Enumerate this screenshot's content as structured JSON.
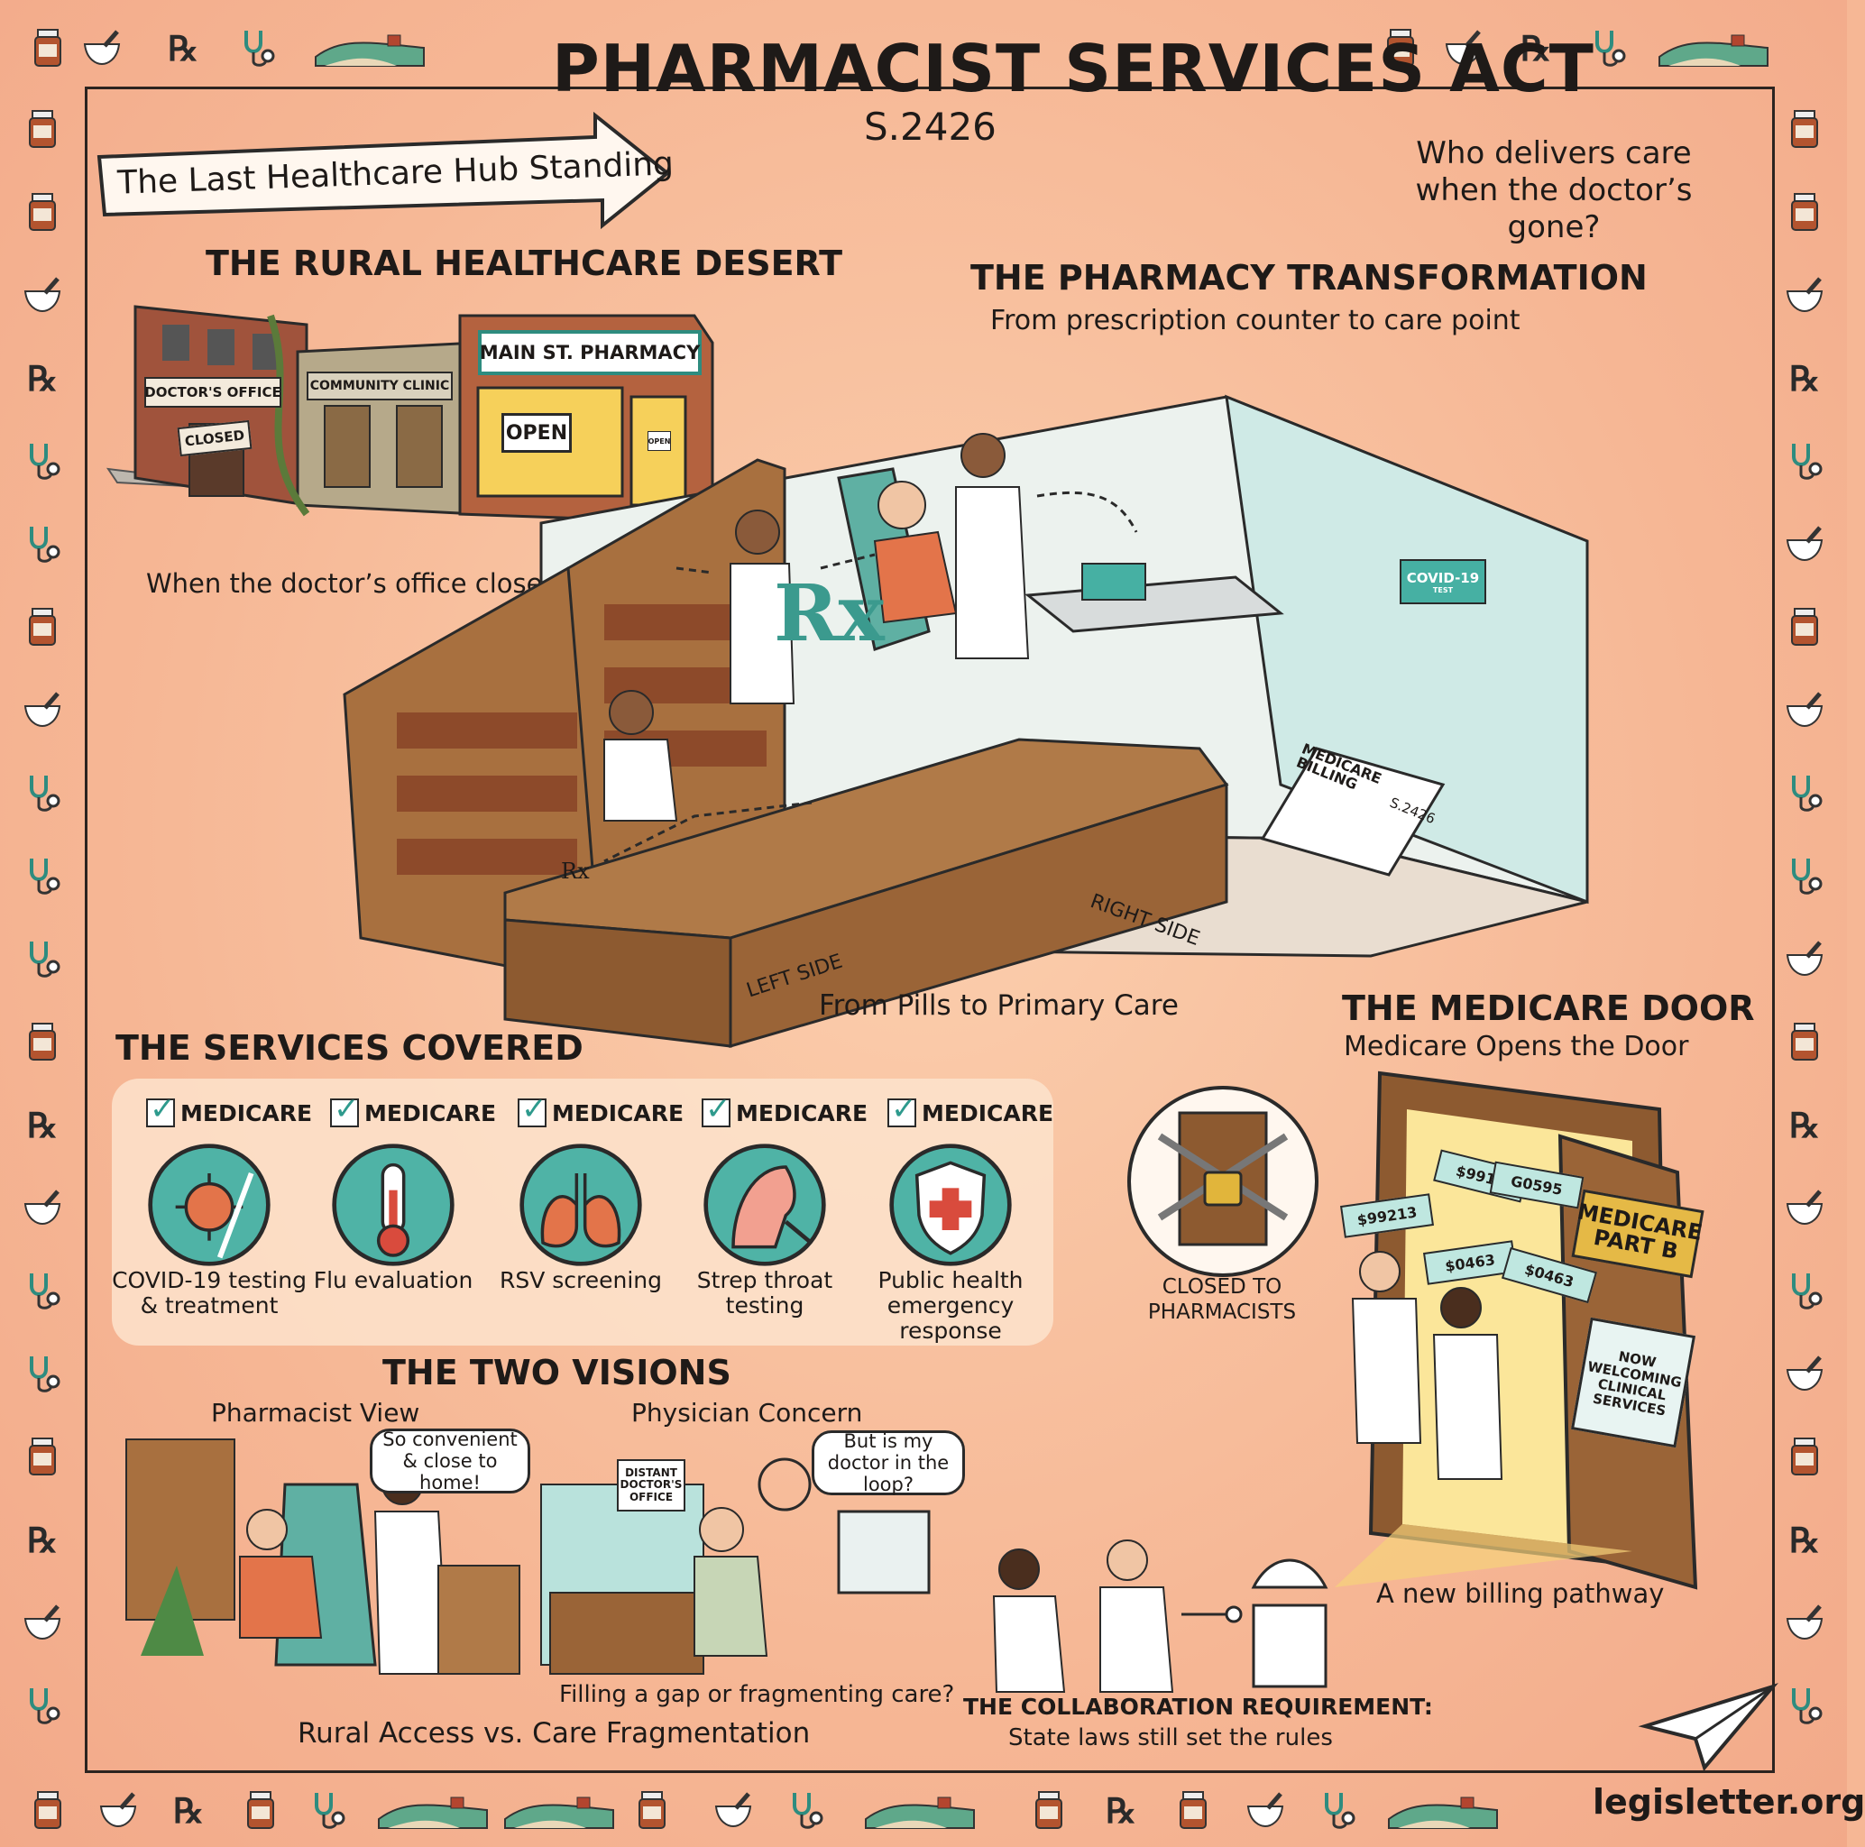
{
  "header": {
    "title": "PHARMACIST SERVICES ACT",
    "bill_number": "S.2426",
    "banner": "The Last Healthcare Hub Standing",
    "question": "Who delivers care when the doctor’s gone?"
  },
  "desert": {
    "heading": "THE RURAL HEALTHCARE DESERT",
    "doctor_sign": "DOCTOR'S OFFICE",
    "closed_sign": "CLOSED",
    "clinic_sign": "COMMUNITY CLINIC",
    "pharmacy_sign": "MAIN ST. PHARMACY",
    "open_sign": "OPEN",
    "door_sign": "OPEN",
    "caption": "When the doctor’s office closes..."
  },
  "transformation": {
    "heading": "THE PHARMACY TRANSFORMATION",
    "subheading": "From prescription counter to care point",
    "rx_symbol": "Rx",
    "bag_symbol": "Rx",
    "test_box": "COVID-19",
    "test_box_small": "TEST",
    "billing_doc": "MEDICARE BILLING",
    "billing_number": "S.2426",
    "left_label": "LEFT SIDE",
    "right_label": "RIGHT SIDE",
    "caption": "From Pills to Primary Care"
  },
  "services": {
    "heading": "THE SERVICES COVERED",
    "items": [
      {
        "badge": "MEDICARE",
        "label": "COVID-19 testing & treatment",
        "icon": "virus-swab-icon"
      },
      {
        "badge": "MEDICARE",
        "label": "Flu evaluation",
        "icon": "thermometer-icon"
      },
      {
        "badge": "MEDICARE",
        "label": "RSV screening",
        "icon": "lungs-icon"
      },
      {
        "badge": "MEDICARE",
        "label": "Strep throat testing",
        "icon": "throat-swab-icon"
      },
      {
        "badge": "MEDICARE",
        "label": "Public health emergency response",
        "icon": "shield-cross-icon"
      }
    ]
  },
  "medicare": {
    "heading": "THE MEDICARE DOOR",
    "subheading": "Medicare Opens the Door",
    "closed_caption": "CLOSED TO PHARMACISTS",
    "door_sign": "MEDICARE PART B",
    "welcome_sign": "NOW WELCOMING CLINICAL SERVICES",
    "codes": [
      "$99213",
      "$9913",
      "G0595",
      "$0463",
      "$0463"
    ],
    "caption": "A new billing pathway"
  },
  "visions": {
    "heading": "THE TWO VISIONS",
    "left_label": "Pharmacist View",
    "left_bubble": "So convenient & close to home!",
    "right_label": "Physician Concern",
    "right_bubble": "But is my doctor in the loop?",
    "distant_sign": "DISTANT DOCTOR'S OFFICE",
    "question_caption": "Filling a gap or fragmenting care?",
    "caption": "Rural Access vs. Care Fragmentation"
  },
  "collaboration": {
    "heading": "THE COLLABORATION REQUIREMENT:",
    "subheading": "State laws still set the rules"
  },
  "footer": {
    "site": "legisletter.org"
  },
  "colors": {
    "background": "#f6b795",
    "teal": "#4fb3a6",
    "ink": "#1e1a18",
    "wood": "#9a6437",
    "brick": "#a0533c"
  }
}
